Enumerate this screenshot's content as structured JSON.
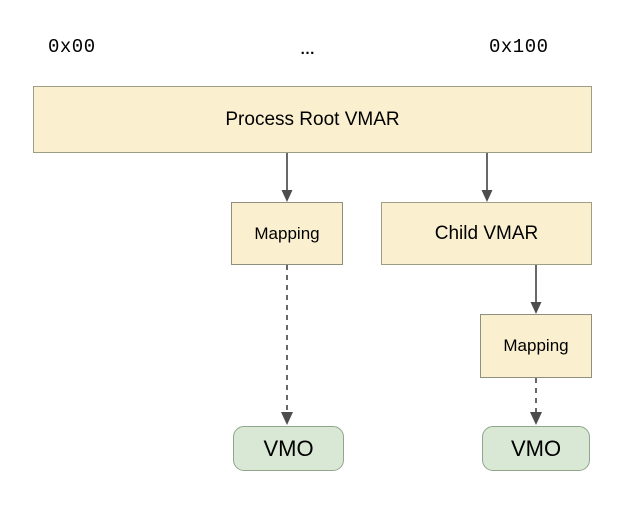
{
  "diagram": {
    "title_labels": {
      "start_address": "0x00",
      "middle_ellipsis": "…",
      "end_address": "0x100"
    },
    "nodes": [
      {
        "id": "process-root-vmar",
        "label": "Process Root VMAR",
        "kind": "vmar"
      },
      {
        "id": "mapping-left",
        "label": "Mapping",
        "kind": "mapping"
      },
      {
        "id": "child-vmar",
        "label": "Child VMAR",
        "kind": "vmar"
      },
      {
        "id": "mapping-right",
        "label": "Mapping",
        "kind": "mapping"
      },
      {
        "id": "vmo-left",
        "label": "VMO",
        "kind": "vmo"
      },
      {
        "id": "vmo-right",
        "label": "VMO",
        "kind": "vmo"
      }
    ],
    "edges": [
      {
        "from": "process-root-vmar",
        "to": "mapping-left",
        "style": "solid"
      },
      {
        "from": "process-root-vmar",
        "to": "child-vmar",
        "style": "solid"
      },
      {
        "from": "mapping-left",
        "to": "vmo-left",
        "style": "dashed"
      },
      {
        "from": "child-vmar",
        "to": "mapping-right",
        "style": "solid"
      },
      {
        "from": "mapping-right",
        "to": "vmo-right",
        "style": "dashed"
      }
    ],
    "colors": {
      "vmar_fill": "#faf0d0",
      "vmar_stroke": "#9e9e86",
      "vmo_fill": "#d9e8d4",
      "vmo_stroke": "#8fa68c",
      "edge_stroke": "#4d4d4d",
      "background": "#ffffff",
      "text": "#000000"
    }
  }
}
